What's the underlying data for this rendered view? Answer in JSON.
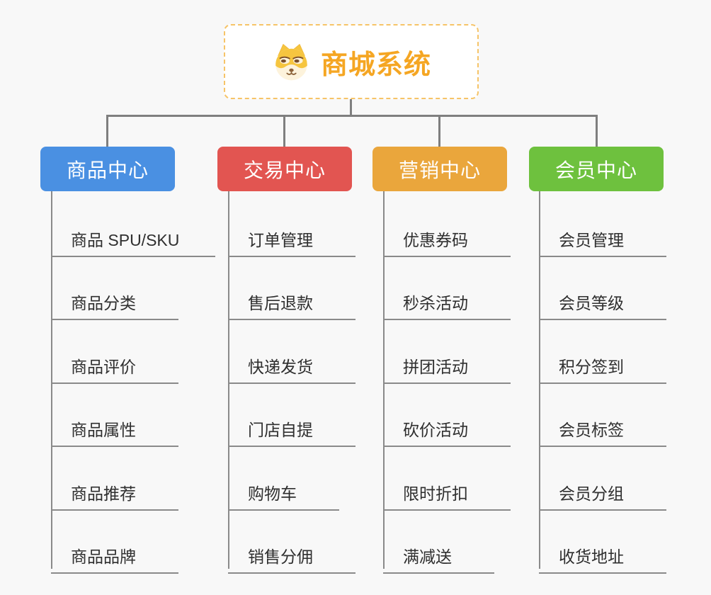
{
  "root": {
    "label": "商城系统",
    "accent": "#f5a623",
    "icon": "shiba-dog-icon",
    "border_color": "#f6c468"
  },
  "colors": {
    "background": "#f8f8f8",
    "connector": "#7f7f7f",
    "underline": "#8a8a8a",
    "item_text": "#2f2f2f"
  },
  "branches": [
    {
      "label": "商品中心",
      "color": "#4a90e2",
      "items": [
        "商品 SPU/SKU",
        "商品分类",
        "商品评价",
        "商品属性",
        "商品推荐",
        "商品品牌"
      ]
    },
    {
      "label": "交易中心",
      "color": "#e25551",
      "items": [
        "订单管理",
        "售后退款",
        "快递发货",
        "门店自提",
        "购物车",
        "销售分佣"
      ]
    },
    {
      "label": "营销中心",
      "color": "#eaa63c",
      "items": [
        "优惠券码",
        "秒杀活动",
        "拼团活动",
        "砍价活动",
        "限时折扣",
        "满减送"
      ]
    },
    {
      "label": "会员中心",
      "color": "#6ec13e",
      "items": [
        "会员管理",
        "会员等级",
        "积分签到",
        "会员标签",
        "会员分组",
        "收货地址"
      ]
    }
  ]
}
